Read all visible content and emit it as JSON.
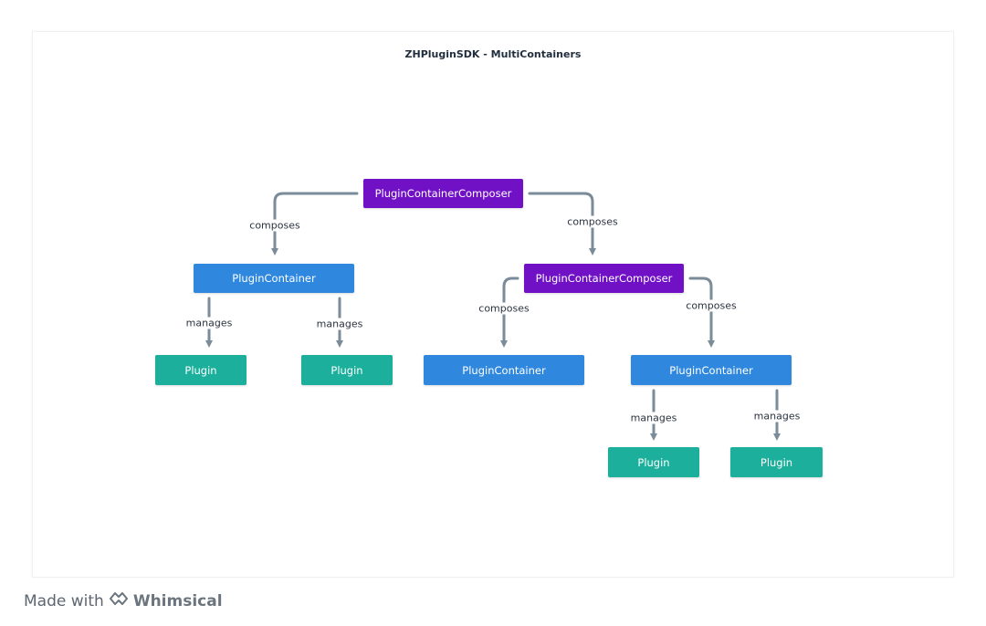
{
  "title": "ZHPluginSDK - MultiContainers",
  "nodes": {
    "root_composer": "PluginContainerComposer",
    "left_container": "PluginContainer",
    "right_composer": "PluginContainerComposer",
    "plugin_1": "Plugin",
    "plugin_2": "Plugin",
    "mid_container": "PluginContainer",
    "right_container": "PluginContainer",
    "plugin_3": "Plugin",
    "plugin_4": "Plugin"
  },
  "edges": {
    "composes_1": "composes",
    "composes_2": "composes",
    "composes_3": "composes",
    "composes_4": "composes",
    "manages_1": "manages",
    "manages_2": "manages",
    "manages_3": "manages",
    "manages_4": "manages"
  },
  "colors": {
    "composer": "#7011c6",
    "container": "#2f88de",
    "plugin": "#1caf9b",
    "edge": "#7a8b99"
  },
  "footer": {
    "made_with": "Made with",
    "brand": "Whimsical",
    "icon": "whimsical-logo-icon"
  }
}
